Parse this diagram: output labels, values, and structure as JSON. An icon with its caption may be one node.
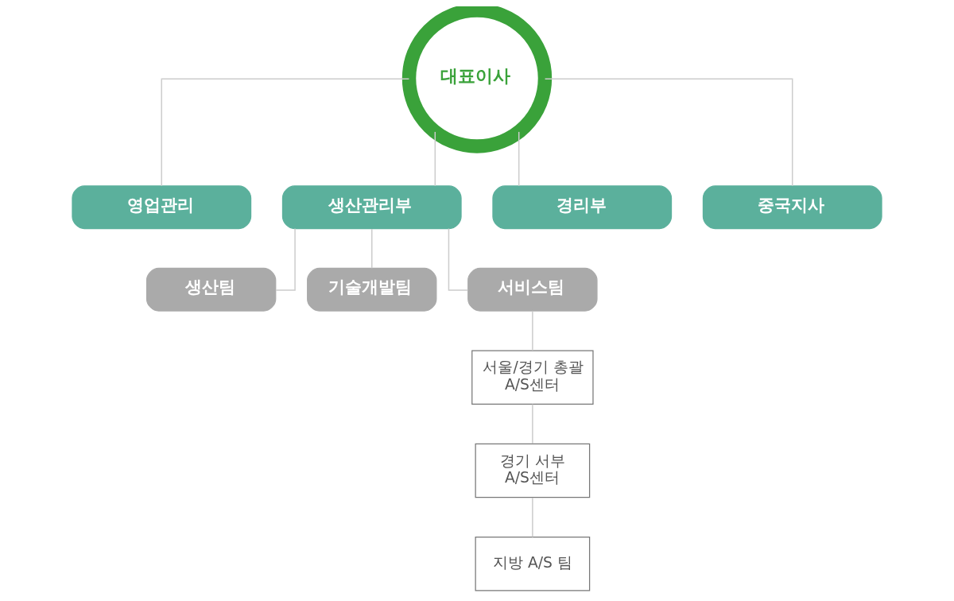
{
  "diagram": {
    "nodes": [
      {
        "text": [
          "대표이사"
        ]
      },
      {
        "text": [
          "영업관리"
        ]
      },
      {
        "text": [
          "생산관리부"
        ]
      },
      {
        "text": [
          "경리부"
        ]
      },
      {
        "text": [
          "중국지사"
        ]
      },
      {
        "text": [
          "생산팀"
        ]
      },
      {
        "text": [
          "기술개발팀"
        ]
      },
      {
        "text": [
          "서비스팀"
        ]
      },
      {
        "text": [
          "서울/경기 총괄 A/S센터"
        ]
      },
      {
        "text": [
          "경기 서부 A/S센터"
        ]
      },
      {
        "text": [
          "지방 A/S 팀"
        ]
      }
    ],
    "edges": [
      {
        "from": 0,
        "to": 1,
        "arrow": "none"
      },
      {
        "from": 0,
        "to": 2,
        "arrow": "none"
      },
      {
        "from": 0,
        "to": 3,
        "arrow": "none"
      },
      {
        "from": 0,
        "to": 4,
        "arrow": "none"
      },
      {
        "from": 2,
        "to": 5,
        "arrow": "none"
      },
      {
        "from": 2,
        "to": 6,
        "arrow": "none"
      },
      {
        "from": 2,
        "to": 7,
        "arrow": "none"
      },
      {
        "from": 7,
        "to": 8,
        "arrow": "none"
      },
      {
        "from": 8,
        "to": 9,
        "arrow": "none"
      },
      {
        "from": 9,
        "to": 10,
        "arrow": "none"
      }
    ]
  }
}
